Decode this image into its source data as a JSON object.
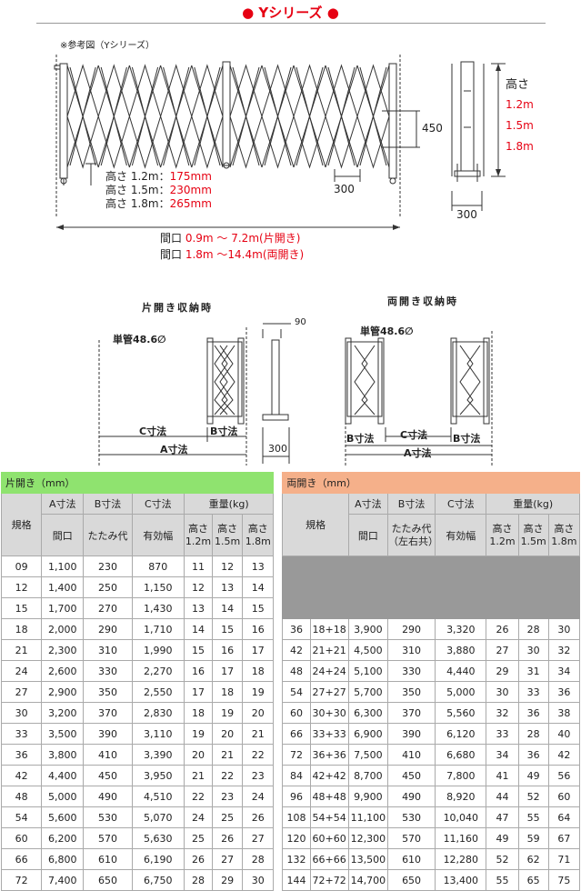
{
  "header": {
    "title": "● Yシリーズ ●"
  },
  "diagram_top": {
    "reference": "※参考図（Yシリーズ）",
    "height_label": "高さ",
    "heights": [
      "1.2m",
      "1.5m",
      "1.8m"
    ],
    "dim_450": "450",
    "dim_300": "300",
    "side_dim_300": "300",
    "foot_heights": [
      {
        "label": "高さ 1.2m：",
        "value": "175mm"
      },
      {
        "label": "高さ 1.5m：",
        "value": "230mm"
      },
      {
        "label": "高さ 1.8m：",
        "value": "265mm"
      }
    ],
    "opening_single": {
      "prefix": "間口 ",
      "range": "0.9m 〜  7.2m",
      "suffix": "(片開き)"
    },
    "opening_double": {
      "prefix": "間口 ",
      "range": "1.8m 〜14.4m",
      "suffix": "(両開き)"
    }
  },
  "diagram_bottom": {
    "single_title": "片開き収納時",
    "double_title": "両開き収納時",
    "pipe_single": "単管48.6∅",
    "pipe_double": "単管48.6∅",
    "dim_90": "90",
    "dim_300": "300",
    "c_label": "C寸法",
    "b_label": "B寸法",
    "a_label": "A寸法",
    "d_b_left": "B寸法",
    "d_c": "C寸法",
    "d_b_right": "B寸法",
    "d_a": "A寸法"
  },
  "table": {
    "left_caption": "片開き（mm）",
    "right_caption": "両開き（mm）",
    "headers": {
      "spec": "規格",
      "a_top": "A寸法",
      "a_bottom": "間口",
      "b_top": "B寸法",
      "b_bottom": "たたみ代",
      "b_bottom_double": "たたみ代（左右共）",
      "c_top": "C寸法",
      "c_bottom": "有効幅",
      "weight": "重量(kg)",
      "h12": "高さ1.2m",
      "h15": "高さ1.5m",
      "h18": "高さ1.8m"
    },
    "rows": [
      {
        "s": "09",
        "a": "1,100",
        "b": "230",
        "c": "870",
        "w": [
          "11",
          "12",
          "13"
        ],
        "d": null
      },
      {
        "s": "12",
        "a": "1,400",
        "b": "250",
        "c": "1,150",
        "w": [
          "12",
          "13",
          "14"
        ],
        "d": null
      },
      {
        "s": "15",
        "a": "1,700",
        "b": "270",
        "c": "1,430",
        "w": [
          "13",
          "14",
          "15"
        ],
        "d": null
      },
      {
        "s": "18",
        "a": "2,000",
        "b": "290",
        "c": "1,710",
        "w": [
          "14",
          "15",
          "16"
        ],
        "d": {
          "s": "36",
          "s2": "18+18",
          "a": "3,900",
          "b": "290",
          "c": "3,320",
          "w": [
            "26",
            "28",
            "30"
          ]
        }
      },
      {
        "s": "21",
        "a": "2,300",
        "b": "310",
        "c": "1,990",
        "w": [
          "15",
          "16",
          "17"
        ],
        "d": {
          "s": "42",
          "s2": "21+21",
          "a": "4,500",
          "b": "310",
          "c": "3,880",
          "w": [
            "27",
            "30",
            "32"
          ]
        }
      },
      {
        "s": "24",
        "a": "2,600",
        "b": "330",
        "c": "2,270",
        "w": [
          "16",
          "17",
          "18"
        ],
        "d": {
          "s": "48",
          "s2": "24+24",
          "a": "5,100",
          "b": "330",
          "c": "4,440",
          "w": [
            "29",
            "31",
            "34"
          ]
        }
      },
      {
        "s": "27",
        "a": "2,900",
        "b": "350",
        "c": "2,550",
        "w": [
          "17",
          "18",
          "19"
        ],
        "d": {
          "s": "54",
          "s2": "27+27",
          "a": "5,700",
          "b": "350",
          "c": "5,000",
          "w": [
            "30",
            "33",
            "36"
          ]
        }
      },
      {
        "s": "30",
        "a": "3,200",
        "b": "370",
        "c": "2,830",
        "w": [
          "18",
          "19",
          "20"
        ],
        "d": {
          "s": "60",
          "s2": "30+30",
          "a": "6,300",
          "b": "370",
          "c": "5,560",
          "w": [
            "32",
            "36",
            "38"
          ]
        }
      },
      {
        "s": "33",
        "a": "3,500",
        "b": "390",
        "c": "3,110",
        "w": [
          "19",
          "20",
          "21"
        ],
        "d": {
          "s": "66",
          "s2": "33+33",
          "a": "6,900",
          "b": "390",
          "c": "6,120",
          "w": [
            "33",
            "28",
            "40"
          ]
        }
      },
      {
        "s": "36",
        "a": "3,800",
        "b": "410",
        "c": "3,390",
        "w": [
          "20",
          "21",
          "22"
        ],
        "d": {
          "s": "72",
          "s2": "36+36",
          "a": "7,500",
          "b": "410",
          "c": "6,680",
          "w": [
            "34",
            "36",
            "42"
          ]
        }
      },
      {
        "s": "42",
        "a": "4,400",
        "b": "450",
        "c": "3,950",
        "w": [
          "21",
          "22",
          "23"
        ],
        "d": {
          "s": "84",
          "s2": "42+42",
          "a": "8,700",
          "b": "450",
          "c": "7,800",
          "w": [
            "41",
            "49",
            "56"
          ]
        }
      },
      {
        "s": "48",
        "a": "5,000",
        "b": "490",
        "c": "4,510",
        "w": [
          "22",
          "23",
          "24"
        ],
        "d": {
          "s": "96",
          "s2": "48+48",
          "a": "9,900",
          "b": "490",
          "c": "8,920",
          "w": [
            "44",
            "52",
            "60"
          ]
        }
      },
      {
        "s": "54",
        "a": "5,600",
        "b": "530",
        "c": "5,070",
        "w": [
          "24",
          "25",
          "26"
        ],
        "d": {
          "s": "108",
          "s2": "54+54",
          "a": "11,100",
          "b": "530",
          "c": "10,040",
          "w": [
            "47",
            "55",
            "64"
          ]
        }
      },
      {
        "s": "60",
        "a": "6,200",
        "b": "570",
        "c": "5,630",
        "w": [
          "25",
          "26",
          "27"
        ],
        "d": {
          "s": "120",
          "s2": "60+60",
          "a": "12,300",
          "b": "570",
          "c": "11,160",
          "w": [
            "49",
            "59",
            "67"
          ]
        }
      },
      {
        "s": "66",
        "a": "6,800",
        "b": "610",
        "c": "6,190",
        "w": [
          "26",
          "27",
          "28"
        ],
        "d": {
          "s": "132",
          "s2": "66+66",
          "a": "13,500",
          "b": "610",
          "c": "12,280",
          "w": [
            "52",
            "62",
            "71"
          ]
        }
      },
      {
        "s": "72",
        "a": "7,400",
        "b": "650",
        "c": "6,750",
        "w": [
          "28",
          "29",
          "30"
        ],
        "d": {
          "s": "144",
          "s2": "72+72",
          "a": "14,700",
          "b": "650",
          "c": "13,400",
          "w": [
            "55",
            "65",
            "75"
          ]
        }
      }
    ]
  }
}
